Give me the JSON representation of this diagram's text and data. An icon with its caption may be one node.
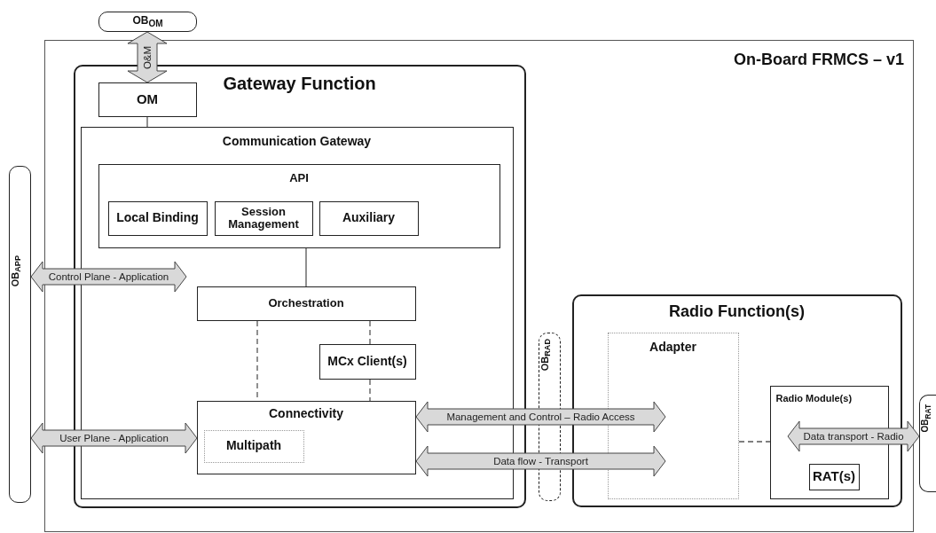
{
  "diagram": {
    "nodes": [
      {
        "text": [
          "On-Board FRMCS – v1"
        ]
      },
      {
        "text": [
          "Gateway Function"
        ],
        "in": 0
      },
      {
        "text": [
          "OM"
        ],
        "in": 1
      },
      {
        "text": [
          "Communication Gateway"
        ],
        "in": 1
      },
      {
        "text": [
          "API"
        ],
        "in": 3
      },
      {
        "text": [
          "Local Binding"
        ],
        "in": 4
      },
      {
        "text": [
          "Session Management"
        ],
        "in": 4
      },
      {
        "text": [
          "Auxiliary"
        ],
        "in": 4
      },
      {
        "text": [
          "Orchestration"
        ],
        "in": 3
      },
      {
        "text": [
          "MCx Client(s)"
        ],
        "in": 3
      },
      {
        "text": [
          "Connectivity"
        ],
        "in": 3
      },
      {
        "text": [
          "Multipath"
        ],
        "in": 10
      },
      {
        "text": [
          "Radio Function(s)"
        ],
        "in": 0
      },
      {
        "text": [
          "Adapter"
        ],
        "in": 12
      },
      {
        "text": [
          "Radio Module(s)"
        ],
        "in": 12
      },
      {
        "text": [
          "RAT(s)"
        ],
        "in": 14
      },
      {
        "text": [
          "OB$_{OM}$"
        ]
      },
      {
        "text": [
          "OB$_{APP}$"
        ]
      },
      {
        "text": [
          "OB$_{RAD}$"
        ],
        "in": 0
      },
      {
        "text": [
          "OB$_{RAT}$"
        ]
      }
    ],
    "edges": [
      {
        "from": 16,
        "to": 2,
        "arrow": "both",
        "label": "O&M",
        "style": "thick"
      },
      {
        "from": 2,
        "to": 3,
        "arrow": "none"
      },
      {
        "from": 4,
        "to": 8,
        "arrow": "none"
      },
      {
        "from": 8,
        "to": 10,
        "arrow": "none",
        "style": "dashed"
      },
      {
        "from": 8,
        "to": 9,
        "arrow": "none",
        "style": "dashed"
      },
      {
        "from": 9,
        "to": 10,
        "arrow": "none",
        "style": "dashed"
      },
      {
        "from": 17,
        "to": null,
        "arrow": "both",
        "label": "Control Plane - Application",
        "style": "thick"
      },
      {
        "from": 17,
        "to": 10,
        "arrow": "both",
        "label": "User Plane - Application",
        "style": "thick"
      },
      {
        "from": 10,
        "to": 13,
        "arrow": "both",
        "label": "Management and Control – Radio Access",
        "style": "thick"
      },
      {
        "from": 10,
        "to": 13,
        "arrow": "both",
        "label": "Data flow - Transport",
        "style": "thick"
      },
      {
        "from": 13,
        "to": 14,
        "arrow": "none",
        "style": "dashed"
      },
      {
        "from": 14,
        "to": 19,
        "arrow": "both",
        "label": "Data transport - Radio",
        "style": "thick"
      }
    ]
  }
}
